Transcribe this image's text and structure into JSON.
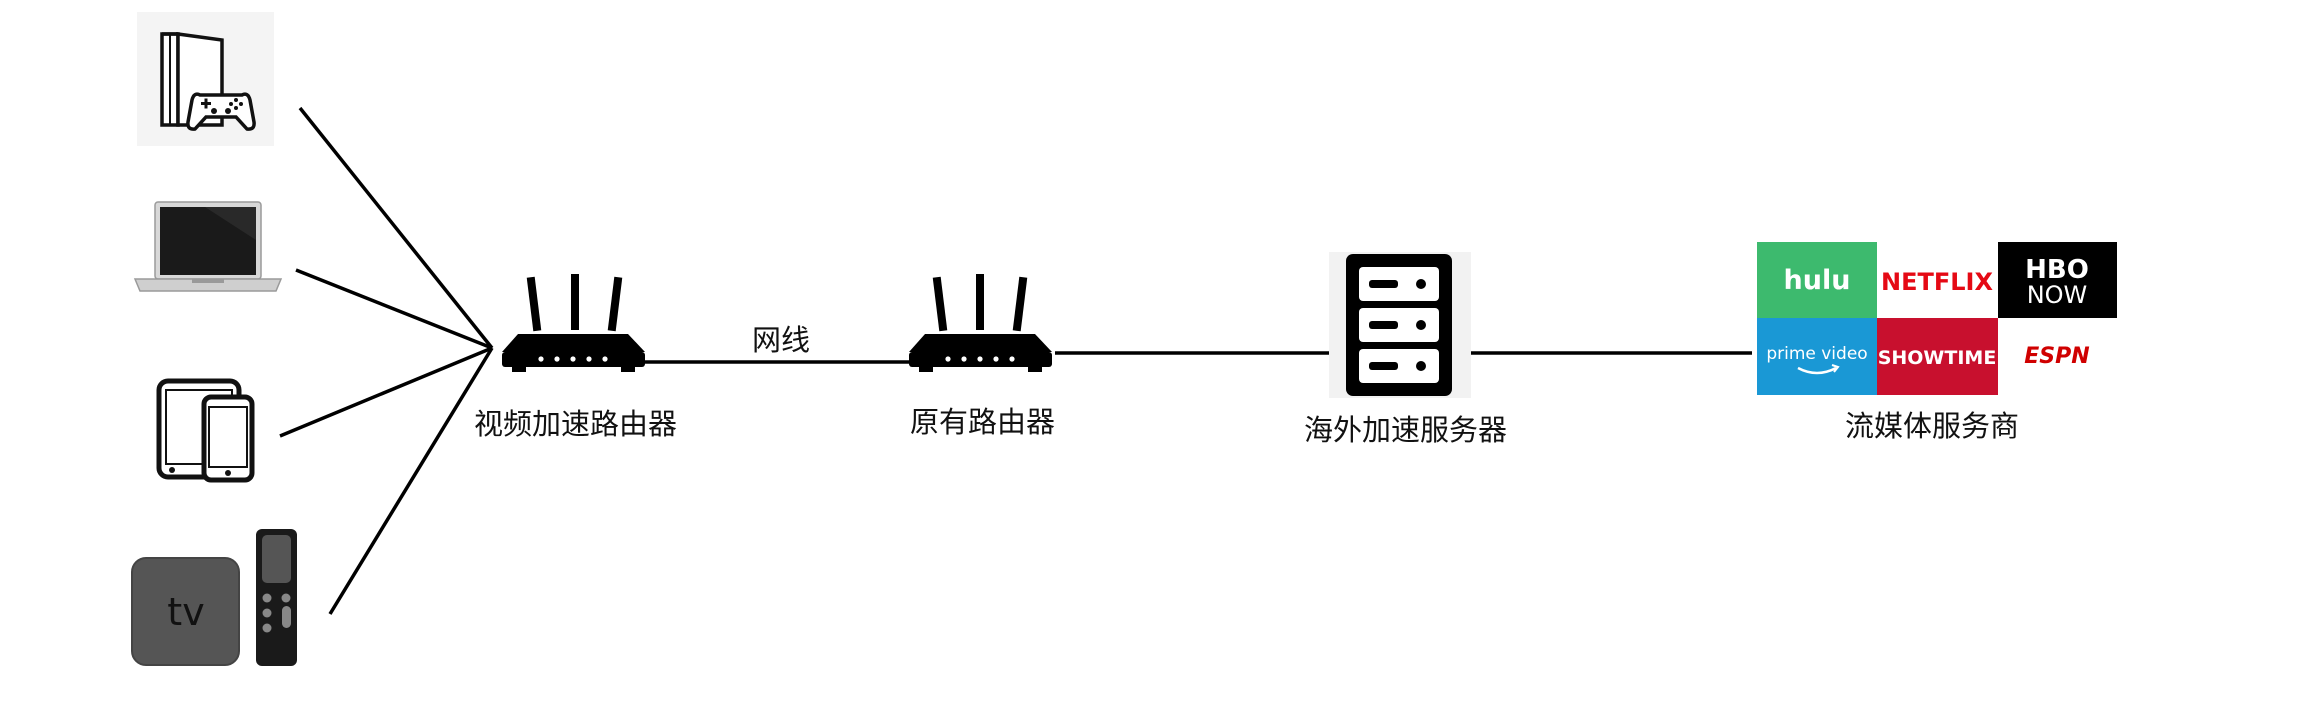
{
  "nodes": {
    "accel_router": {
      "label": "视频加速路由器"
    },
    "cable": {
      "label": "网线"
    },
    "orig_router": {
      "label": "原有路由器"
    },
    "server": {
      "label": "海外加速服务器"
    },
    "streaming": {
      "label": "流媒体服务商",
      "logos": [
        {
          "name": "hulu",
          "text": "hulu",
          "bg": "#3dba6e",
          "fg": "#ffffff"
        },
        {
          "name": "netflix",
          "text": "NETFLIX",
          "bg": "#ffffff",
          "fg": "#e50914"
        },
        {
          "name": "hbo-now",
          "text": "HBO",
          "text2": "NOW",
          "bg": "#000000",
          "fg": "#ffffff"
        },
        {
          "name": "prime-video",
          "text": "prime video",
          "bg": "#1a98d5",
          "fg": "#ffffff"
        },
        {
          "name": "showtime",
          "text": "SHOWTIME",
          "bg": "#c8102e",
          "fg": "#ffffff"
        },
        {
          "name": "espn",
          "text": "ESPN",
          "bg": "#ffffff",
          "fg": "#d00000"
        }
      ]
    },
    "apple_tv": {
      "text": "tv"
    }
  },
  "icons": {
    "console": "game-console-icon",
    "laptop": "laptop-icon",
    "tablet_phone": "tablet-phone-icon",
    "apple_tv": "apple-tv-icon",
    "router": "router-icon",
    "server": "server-icon"
  },
  "colors": {
    "line": "#000000",
    "device_dark": "#1a1a1a",
    "apple_tv_box": "#555555"
  }
}
